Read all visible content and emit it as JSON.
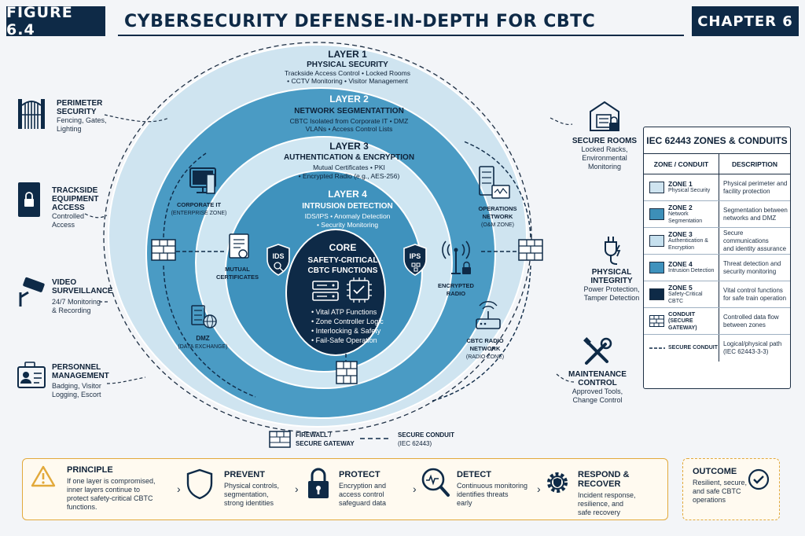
{
  "header": {
    "figure": "FIGURE 6.4",
    "title": "CYBERSECURITY DEFENSE-IN-DEPTH FOR CBTC",
    "chapter": "CHAPTER 6"
  },
  "layers": {
    "l1": {
      "name": "LAYER 1",
      "title": "PHYSICAL SECURITY",
      "line1": "Trackside Access Control  •  Locked Rooms",
      "line2": "•  CCTV Monitoring  •  Visitor Management"
    },
    "l2": {
      "name": "LAYER 2",
      "title": "NETWORK SEGMENTATTION",
      "line1": "CBTC Isolated from Corporate IT  •  DMZ",
      "line2": "VLANs  •  Access Control Lists"
    },
    "l3": {
      "name": "LAYER 3",
      "title": "AUTHENTICATION & ENCRYPTION",
      "line1": "Mutual Certificates  •  PKI",
      "line2": "•  Encrypted Radio (e.g., AES-256)"
    },
    "l4": {
      "name": "LAYER 4",
      "title": "INTRUSION DETECTION",
      "line1": "IDS/IPS  •  Anomaly Detection",
      "line2": "•  Security Monitoring"
    }
  },
  "core": {
    "title": "CORE",
    "subtitle1": "SAFETY-CRITICAL",
    "subtitle2": "CBTC FUNCTIONS",
    "items": [
      "•  Vital ATP Functions",
      "•  Zone Controller Logic",
      "•  Interlocking & Safety",
      "•  Fail-Safe Operation"
    ]
  },
  "inner_labels": {
    "ids": "IDS",
    "ips": "IPS",
    "corporate_it": "CORPORATE IT",
    "corporate_it_sub": "(ENTERPRISE ZONE)",
    "mutual_certs1": "MUTUAL",
    "mutual_certs2": "CERTIFICATES",
    "dmz": "DMZ",
    "dmz_sub": "(DATA EXCHANGE)",
    "ops_network1": "OPERATIONS",
    "ops_network2": "NETWORK",
    "ops_network_sub": "(O&M ZONE)",
    "encrypted_radio1": "ENCRYPTED",
    "encrypted_radio2": "RADIO",
    "radio_net1": "CBTC RADIO",
    "radio_net2": "NETWORK",
    "radio_net_sub": "(RADIO ZONE)"
  },
  "left_items": [
    {
      "title1": "PERIMETER",
      "title2": "SECURITY",
      "sub1": "Fencing, Gates,",
      "sub2": "Lighting",
      "icon": "gate-icon"
    },
    {
      "title1": "TRACKSIDE",
      "title2": "EQUIPMENT",
      "title3": "ACCESS",
      "sub1": "Controlled",
      "sub2": "Access",
      "icon": "locked-cabinet-icon"
    },
    {
      "title1": "VIDEO",
      "title2": "SURVEILLANCE",
      "sub1": "24/7 Monitoring",
      "sub2": "& Recording",
      "icon": "cctv-camera-icon"
    },
    {
      "title1": "PERSONNEL",
      "title2": "MANAGEMENT",
      "sub1": "Badging, Visitor",
      "sub2": "Logging, Escort",
      "icon": "id-badge-icon"
    }
  ],
  "right_items": [
    {
      "title1": "SECURE ROOMS",
      "sub1": "Locked Racks,",
      "sub2": "Environmental",
      "sub3": "Monitoring",
      "icon": "secure-room-icon"
    },
    {
      "title1": "PHYSICAL",
      "title2": "INTEGRITY",
      "sub1": "Power Protection,",
      "sub2": "Tamper Detection",
      "icon": "power-plug-icon"
    },
    {
      "title1": "MAINTENANCE",
      "title2": "CONTROL",
      "sub1": "Approved Tools,",
      "sub2": "Change Control",
      "icon": "tools-icon"
    }
  ],
  "legend": {
    "firewall1": "FIREWALL /",
    "firewall2": "SECURE GATEWAY",
    "conduit1": "SECURE CONDUIT",
    "conduit2": "(IEC 62443)"
  },
  "iec": {
    "title": "IEC 62443 ZONES & CONDUITS",
    "col1": "ZONE / CONDUIT",
    "col2": "DESCRIPTION",
    "rows": [
      {
        "name": "ZONE 1",
        "sub": "Physical Security",
        "desc1": "Physical perimeter and",
        "desc2": "facility protection",
        "color": "#cfe4f0"
      },
      {
        "name": "ZONE 2",
        "sub": "Network Segmentation",
        "desc1": "Segmentation between",
        "desc2": "networks and DMZ",
        "color": "#3d8fb8"
      },
      {
        "name": "ZONE 3",
        "sub": "Authentication &",
        "sub2": "Encryption",
        "desc1": "Secure communications",
        "desc2": "and identity assurance",
        "color": "#c6e0ee"
      },
      {
        "name": "ZONE 4",
        "sub": "Intrusion Detection",
        "desc1": "Threat detection and",
        "desc2": "security monitoring",
        "color": "#3f92bd"
      },
      {
        "name": "ZONE 5",
        "sub": "Safety-Critical CBTC",
        "desc1": "Vital control functions",
        "desc2": "for safe train operation",
        "color": "#0e2a47"
      },
      {
        "name": "CONDUIT",
        "sub": "(SECURE GATEWAY)",
        "desc1": "Controlled data flow",
        "desc2": "between zones",
        "color": "firewall"
      },
      {
        "name": "SECURE CONDUIT",
        "sub": "",
        "desc1": "Logical/physical path",
        "desc2": "(IEC 62443-3-3)",
        "color": "dashed"
      }
    ]
  },
  "bottom": {
    "principle": {
      "title": "PRINCIPLE",
      "line1": "If one layer is compromised,",
      "line2": "inner layers continue to",
      "line3": "protect safety-critical CBTC",
      "line4": "functions."
    },
    "prevent": {
      "title": "PREVENT",
      "line1": "Physical controls,",
      "line2": "segmentation,",
      "line3": "strong identities"
    },
    "protect": {
      "title": "PROTECT",
      "line1": "Encryption and",
      "line2": "access control",
      "line3": "safeguard data"
    },
    "detect": {
      "title": "DETECT",
      "line1": "Continuous monitoring",
      "line2": "identifies threats",
      "line3": "early"
    },
    "respond": {
      "title": "RESPOND & RECOVER",
      "line1": "Incident response,",
      "line2": "resilience, and",
      "line3": "safe recovery"
    },
    "outcome": {
      "title": "OUTCOME",
      "line1": "Resilient, secure,",
      "line2": "and safe CBTC",
      "line3": "operations"
    }
  },
  "colors": {
    "navy": "#0e2a47",
    "layer1": "#cfe4f0",
    "layer2": "#4a9bc4",
    "layer3": "#cfe6f2",
    "layer4": "#3f92bd",
    "accent": "#e2a93b"
  }
}
